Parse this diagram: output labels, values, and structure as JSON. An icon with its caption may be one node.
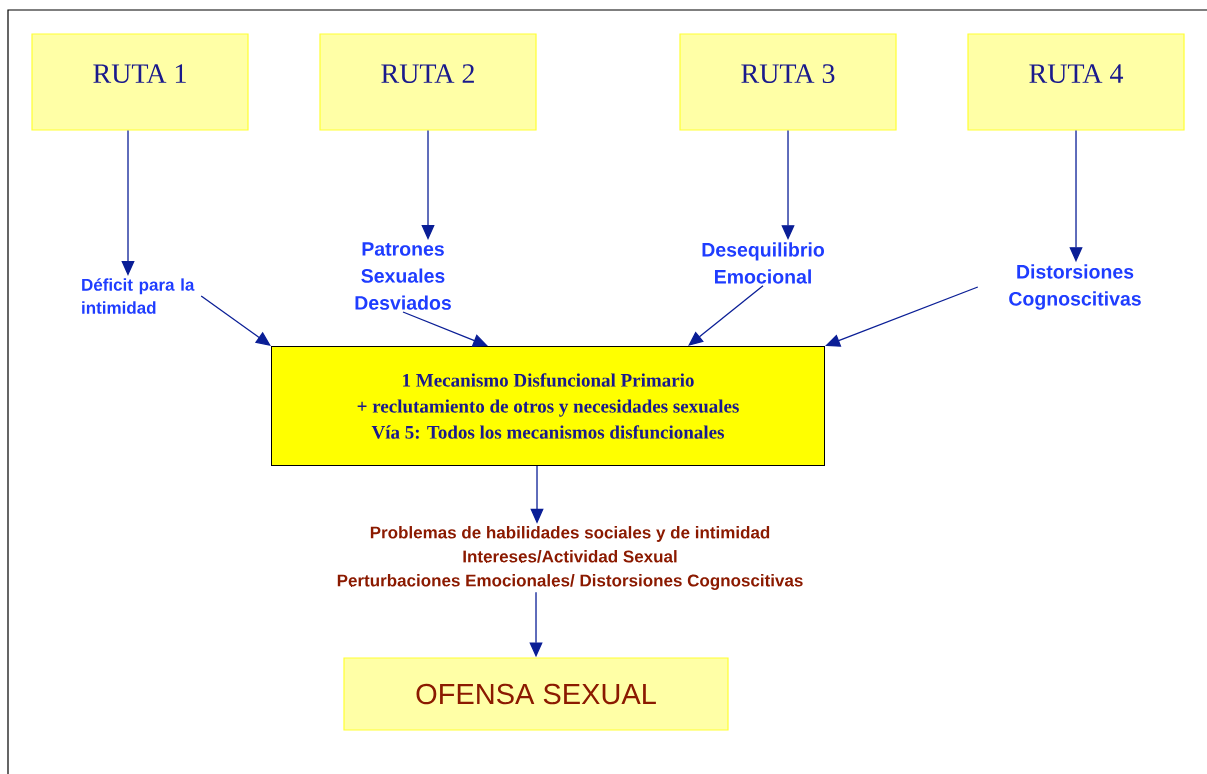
{
  "diagram": {
    "nodes": [
      {
        "text": [
          "RUTA 1"
        ]
      },
      {
        "text": [
          "RUTA 2"
        ]
      },
      {
        "text": [
          "RUTA 3"
        ]
      },
      {
        "text": [
          "RUTA 4"
        ]
      },
      {
        "text": [
          "Déficit para la intimidad"
        ]
      },
      {
        "text": [
          "Patrones Sexuales Desviados"
        ]
      },
      {
        "text": [
          "Desequilibrio Emocional"
        ]
      },
      {
        "text": [
          "Distorsiones Cognoscitivas"
        ]
      },
      {
        "text": [
          "1 Mecanismo Disfuncional Primario",
          "+ reclutamiento de otros y necesidades sexuales",
          "Vía 5: Todos los mecanismos disfuncionales"
        ]
      },
      {
        "text": [
          "Problemas de habilidades sociales y de intimidad",
          "Intereses/Actividad Sexual",
          "Perturbaciones Emocionales/ Distorsiones Cognoscitivas"
        ]
      },
      {
        "text": [
          "OFENSA SEXUAL"
        ]
      }
    ],
    "edges": [
      {
        "from": 0,
        "to": 4,
        "arrow": "to"
      },
      {
        "from": 1,
        "to": 5,
        "arrow": "to"
      },
      {
        "from": 2,
        "to": 6,
        "arrow": "to"
      },
      {
        "from": 3,
        "to": 7,
        "arrow": "to"
      },
      {
        "from": 4,
        "to": 8,
        "arrow": "to"
      },
      {
        "from": 5,
        "to": 8,
        "arrow": "to"
      },
      {
        "from": 6,
        "to": 8,
        "arrow": "to"
      },
      {
        "from": 7,
        "to": 8,
        "arrow": "to"
      },
      {
        "from": 8,
        "to": 9,
        "arrow": "to"
      },
      {
        "from": 9,
        "to": 10,
        "arrow": "to"
      }
    ]
  }
}
